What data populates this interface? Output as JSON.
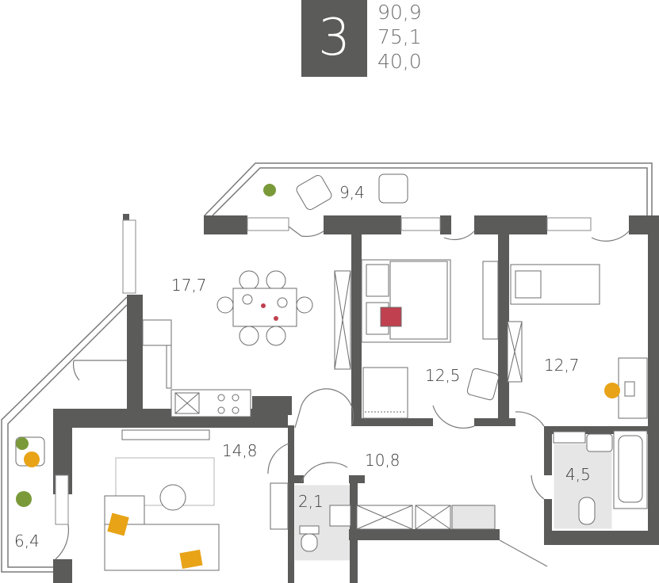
{
  "header": {
    "rooms_count": "3",
    "areas": [
      "90,9",
      "75,1",
      "40,0"
    ]
  },
  "rooms": {
    "terrace": "9,4",
    "kitchen": "17,7",
    "bedroom_1": "12,5",
    "bedroom_2": "12,7",
    "living": "14,8",
    "hall": "10,8",
    "bathroom": "4,5",
    "toilet": "2,1",
    "loggia": "6,4"
  },
  "colors": {
    "wall": "#5b5b5a",
    "furniture_line": "#6d6d6d",
    "tile": "#e6e6e6",
    "accent_orange": "#e8a317",
    "accent_red": "#c0404f",
    "plant_green": "#7a9a3a"
  },
  "icons": [
    "plant-icon",
    "armchair-icon",
    "bed-icon",
    "sofa-icon",
    "bathtub-icon",
    "toilet-icon",
    "sink-icon",
    "stove-icon"
  ]
}
